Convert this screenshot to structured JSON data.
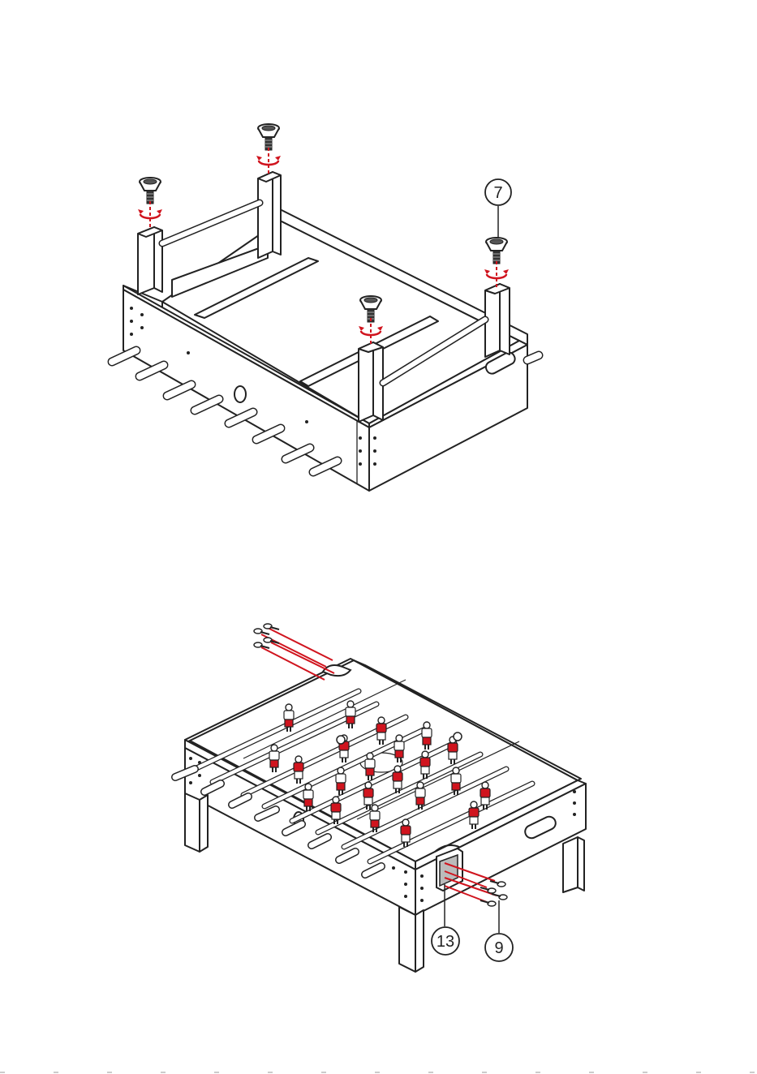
{
  "figure_1": {
    "callout_leg_foot": "7"
  },
  "figure_2": {
    "callout_bracket": "13",
    "callout_screw": "9"
  },
  "colors": {
    "line": "#222222",
    "accent_red": "#d0141e",
    "paper": "#ffffff"
  },
  "icons": [
    "leveling-foot-icon",
    "rotation-arrow-icon",
    "screw-icon",
    "foosball-player-icon"
  ]
}
